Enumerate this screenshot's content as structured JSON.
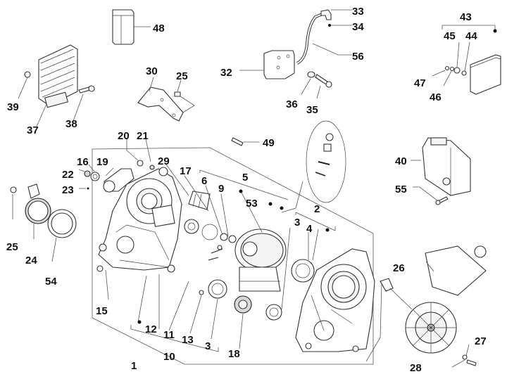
{
  "diagram": {
    "title": "Exploded parts diagram - engine casing, transmission, electrical components",
    "callouts": [
      {
        "id": "48",
        "text": "48",
        "part": "fuse block / cover"
      },
      {
        "id": "39",
        "text": "39",
        "part": "nut"
      },
      {
        "id": "37",
        "text": "37",
        "part": "voltage regulator"
      },
      {
        "id": "38",
        "text": "38",
        "part": "screw"
      },
      {
        "id": "30",
        "text": "30",
        "part": "bracket"
      },
      {
        "id": "25a",
        "text": "25",
        "part": "screw"
      },
      {
        "id": "32",
        "text": "32",
        "part": "electronic module"
      },
      {
        "id": "33",
        "text": "33",
        "part": "elbow fitting"
      },
      {
        "id": "34",
        "text": "34",
        "part": "small washer"
      },
      {
        "id": "56",
        "text": "56",
        "part": "hose"
      },
      {
        "id": "36",
        "text": "36",
        "part": "washer"
      },
      {
        "id": "35",
        "text": "35",
        "part": "screw"
      },
      {
        "id": "43",
        "text": "43",
        "part": "control unit kit"
      },
      {
        "id": "45",
        "text": "45",
        "part": "spacer"
      },
      {
        "id": "44",
        "text": "44",
        "part": "bushing"
      },
      {
        "id": "47",
        "text": "47",
        "part": "nut"
      },
      {
        "id": "46",
        "text": "46",
        "part": "washer"
      },
      {
        "id": "49",
        "text": "49",
        "part": "bolt"
      },
      {
        "id": "40",
        "text": "40",
        "part": "control unit"
      },
      {
        "id": "55",
        "text": "55",
        "part": "screw"
      },
      {
        "id": "20",
        "text": "20",
        "part": "washer"
      },
      {
        "id": "21",
        "text": "21",
        "part": "nut"
      },
      {
        "id": "16",
        "text": "16",
        "part": "washer"
      },
      {
        "id": "19",
        "text": "19",
        "part": "lever"
      },
      {
        "id": "29",
        "text": "29",
        "part": "dowel"
      },
      {
        "id": "22",
        "text": "22",
        "part": "nut"
      },
      {
        "id": "23",
        "text": "23",
        "part": "washer"
      },
      {
        "id": "17",
        "text": "17",
        "part": "filter"
      },
      {
        "id": "6",
        "text": "6",
        "part": "circlip"
      },
      {
        "id": "9",
        "text": "9",
        "part": "bushing"
      },
      {
        "id": "5",
        "text": "5",
        "part": "kit"
      },
      {
        "id": "53",
        "text": "53",
        "part": "pulley assembly"
      },
      {
        "id": "2",
        "text": "2",
        "part": "casing half kit"
      },
      {
        "id": "3a",
        "text": "3",
        "part": "bearing"
      },
      {
        "id": "4",
        "text": "4",
        "part": "oil seal"
      },
      {
        "id": "25b",
        "text": "25",
        "part": "screw"
      },
      {
        "id": "24",
        "text": "24",
        "part": "gasket"
      },
      {
        "id": "54",
        "text": "54",
        "part": "o-ring gasket"
      },
      {
        "id": "15",
        "text": "15",
        "part": "plug"
      },
      {
        "id": "12",
        "text": "12",
        "part": "casing half"
      },
      {
        "id": "11",
        "text": "11",
        "part": "seal"
      },
      {
        "id": "13",
        "text": "13",
        "part": "pin"
      },
      {
        "id": "3b",
        "text": "3",
        "part": "bearing"
      },
      {
        "id": "10",
        "text": "10",
        "part": "casing kit"
      },
      {
        "id": "18",
        "text": "18",
        "part": "gear"
      },
      {
        "id": "1",
        "text": "1",
        "part": "complete casing"
      },
      {
        "id": "26",
        "text": "26",
        "part": "electric motor"
      },
      {
        "id": "27",
        "text": "27",
        "part": "screw"
      },
      {
        "id": "28",
        "text": "28",
        "part": "washer"
      }
    ]
  }
}
